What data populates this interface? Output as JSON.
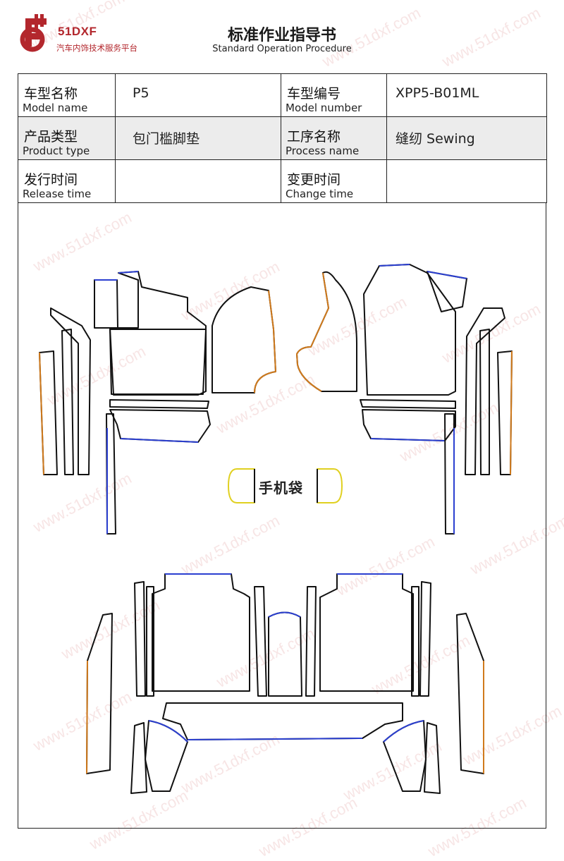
{
  "header": {
    "brand_name": "51DXF",
    "brand_subtitle": "汽车内饰技术服务平台",
    "title_cn": "标准作业指导书",
    "title_en": "Standard Operation Procedure",
    "brand_color": "#b3272d"
  },
  "info": {
    "model_name_cn": "车型名称",
    "model_name_en": "Model name",
    "model_name_value": "P5",
    "model_number_cn": "车型编号",
    "model_number_en": "Model number",
    "model_number_value": "XPP5-B01ML",
    "product_type_cn": "产品类型",
    "product_type_en": "Product type",
    "product_type_value": "包门槛脚垫",
    "process_name_cn": "工序名称",
    "process_name_en": "Process name",
    "process_name_value": "缝纫 Sewing",
    "release_time_cn": "发行时间",
    "release_time_en": "Release time",
    "release_time_value": "",
    "change_time_cn": "变更时间",
    "change_time_en": "Change time",
    "change_time_value": ""
  },
  "drawing": {
    "pocket_label": "手机袋",
    "edge_colors": {
      "outline": "#111111",
      "blue": "#2b3fd0",
      "orange": "#d07a1c",
      "yellow": "#e0d020"
    }
  },
  "watermark": {
    "text": "www.51dxf.com",
    "color": "#e0a0a0"
  }
}
